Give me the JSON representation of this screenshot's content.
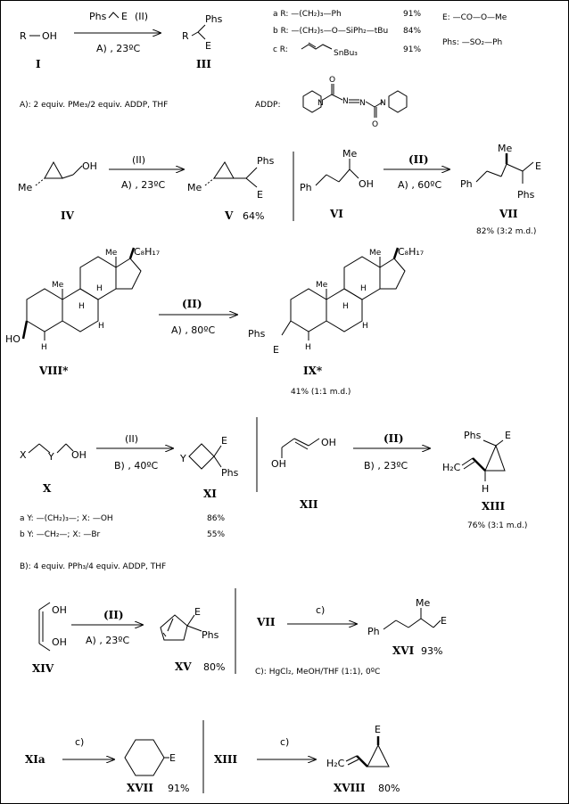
{
  "reagent_II": "Phs⌒E (II)",
  "II": "(II)",
  "cond": {
    "A23": "A) , 23ºC",
    "A60": "A) , 60ºC",
    "A80": "A) , 80ºC",
    "B40": "B) , 40ºC",
    "B23": "B) , 23ºC",
    "c": "c)",
    "A_def": "A): 2 equiv. PMe₃/2 equiv. ADDP, THF",
    "B_def": "B): 4 equiv. PPh₃/4 equiv. ADDP, THF",
    "C_def": "C): HgCl₂, MeOH/THF (1:1), 0ºC"
  },
  "defs": {
    "E": "E: —CO—O—Me",
    "Phs": "Phs: —SO₂—Ph",
    "ADDP": "ADDP:"
  },
  "R_list": [
    {
      "label": "a R: —(CH₂)₃—Ph",
      "yield": "91%"
    },
    {
      "label": "b R: —(CH₂)₅—O—SiPh₂—tBu",
      "yield": "84%"
    },
    {
      "label": "c R:",
      "yield": "91%"
    }
  ],
  "SnBu3": "SnBu₃",
  "X_list": [
    {
      "label": "a Y: —(CH₂)₃—; X: —OH",
      "yield": "86%"
    },
    {
      "label": "b Y: —CH₂—; X: —Br",
      "yield": "55%"
    }
  ],
  "compounds": {
    "I": "I",
    "III": "III",
    "IV": "IV",
    "V": "V",
    "VI": "VI",
    "VII": "VII",
    "VIII": "VIII*",
    "IX": "IX*",
    "X": "X",
    "XI": "XI",
    "XII": "XII",
    "XIII": "XIII",
    "XIV": "XIV",
    "XV": "XV",
    "XVI": "XVI",
    "XVII": "XVII",
    "XVIII": "XVIII",
    "XIa": "XIa"
  },
  "yields": {
    "V": "64%",
    "VII": "82% (3:2 m.d.)",
    "IX": "41% (1:1 m.d.)",
    "XIII": "76% (3:1 m.d.)",
    "XV": "80%",
    "XVI": "93%",
    "XVII": "91%",
    "XVIII": "80%"
  },
  "atoms": {
    "R": "R",
    "OH": "OH",
    "Phs": "Phs",
    "E": "E",
    "Me": "Me",
    "Ph": "Ph",
    "H": "H",
    "HO": "HO",
    "C8H17": "C₈H₁₇",
    "X": "X",
    "Y": "Y",
    "H2C": "H₂C",
    "Me_dot": "Me"
  }
}
